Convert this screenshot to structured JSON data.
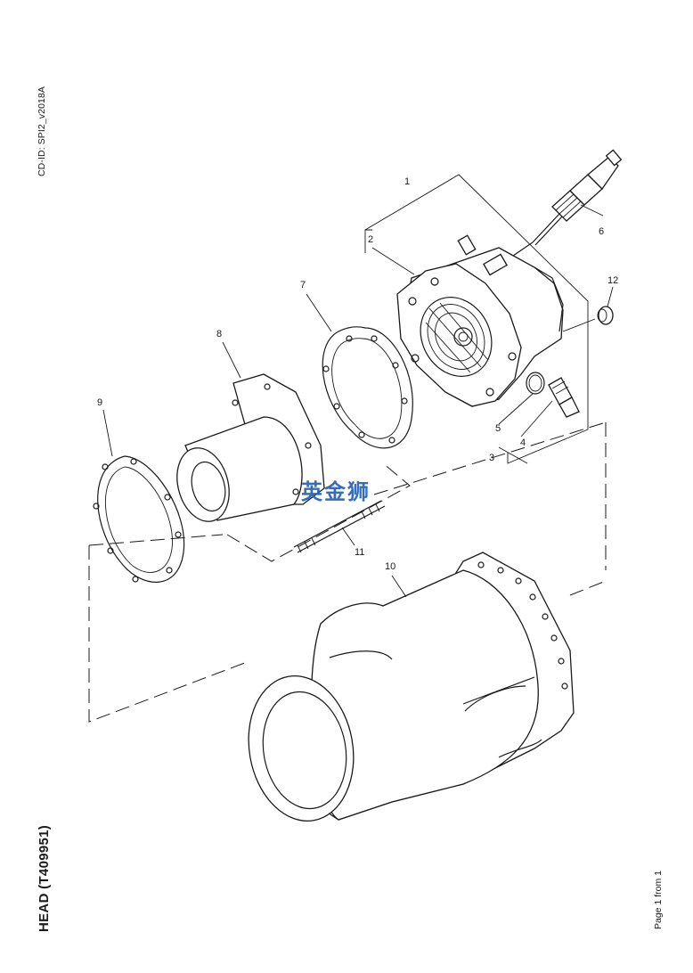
{
  "document": {
    "cd_id": "CD-ID: SPI2_v2018A",
    "title": "HEAD (T409951)",
    "page_label": "Page 1 from 1",
    "watermark": "英金狮"
  },
  "callouts": [
    {
      "id": "1",
      "text": "1"
    },
    {
      "id": "2",
      "text": "2"
    },
    {
      "id": "3",
      "text": "3"
    },
    {
      "id": "4",
      "text": "4"
    },
    {
      "id": "5",
      "text": "5"
    },
    {
      "id": "6",
      "text": "6"
    },
    {
      "id": "7",
      "text": "7"
    },
    {
      "id": "8",
      "text": "8"
    },
    {
      "id": "9",
      "text": "9"
    },
    {
      "id": "10",
      "text": "10"
    },
    {
      "id": "11",
      "text": "11"
    },
    {
      "id": "12",
      "text": "12"
    }
  ]
}
